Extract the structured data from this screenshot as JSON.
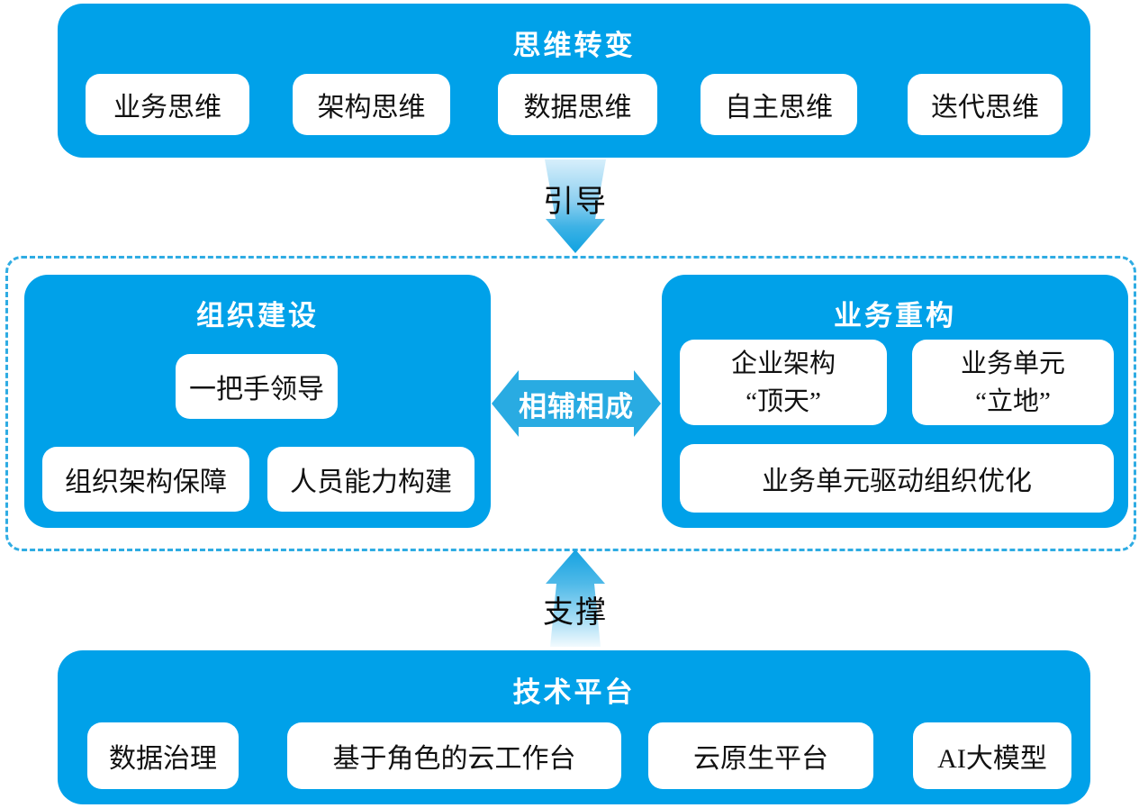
{
  "colors": {
    "box_blue": "#00A1E9",
    "arrow_blue": "#29ABE2",
    "dash_blue": "#2FACE3",
    "chip_text": "#111111",
    "title_text": "#FFFFFF"
  },
  "mindset": {
    "title": "思维转变",
    "items": [
      "业务思维",
      "架构思维",
      "数据思维",
      "自主思维",
      "迭代思维"
    ]
  },
  "guide_arrow": {
    "label": "引导"
  },
  "organization": {
    "title": "组织建设",
    "leader": "一把手领导",
    "items": [
      "组织架构保障",
      "人员能力构建"
    ]
  },
  "mutual_arrow": {
    "label": "相辅相成"
  },
  "business": {
    "title": "业务重构",
    "cards": [
      {
        "line1": "企业架构",
        "line2": "“顶天”"
      },
      {
        "line1": "业务单元",
        "line2": "“立地”"
      }
    ],
    "wide_item": "业务单元驱动组织优化"
  },
  "support_arrow": {
    "label": "支撑"
  },
  "platform": {
    "title": "技术平台",
    "items": [
      "数据治理",
      "基于角色的云工作台",
      "云原生平台",
      "AI大模型"
    ]
  }
}
